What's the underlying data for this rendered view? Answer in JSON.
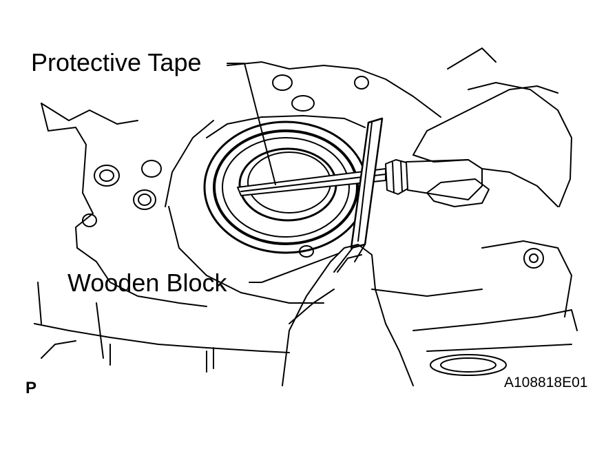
{
  "labels": {
    "protective_tape": "Protective Tape",
    "wooden_block": "Wooden Block",
    "corner_letter": "P",
    "figure_code": "A108818E01"
  },
  "colors": {
    "ink": "#000000",
    "paper": "#ffffff"
  }
}
